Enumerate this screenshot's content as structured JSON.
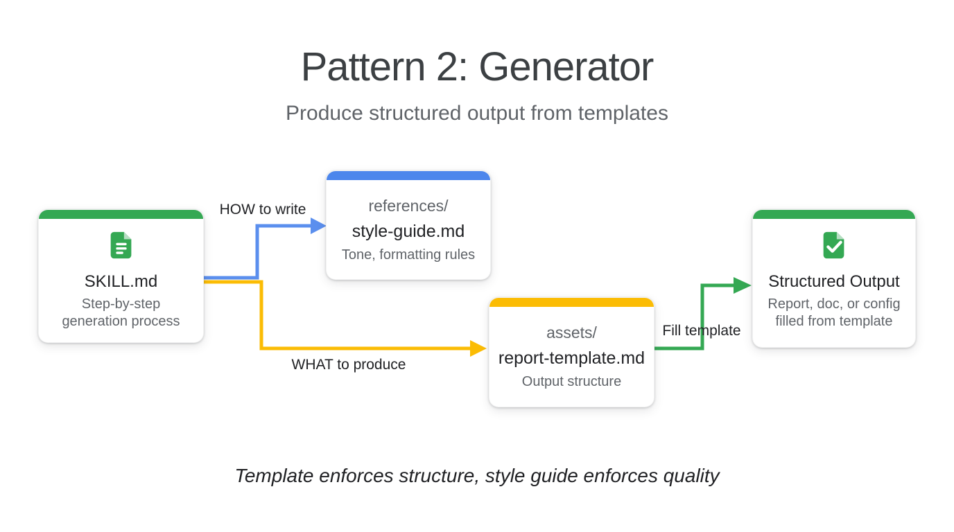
{
  "palette": {
    "green": "#34a853",
    "blue_bar": "#4c86ec",
    "blue_arrow": "#5b8fee",
    "yellow": "#fbbc04",
    "text_dark": "#202124",
    "text_gray": "#5f6368",
    "title_color": "#3c4043"
  },
  "header": {
    "title": "Pattern 2: Generator",
    "subtitle": "Produce structured output from templates"
  },
  "caption": "Template enforces structure, style guide enforces quality",
  "nodes": {
    "skill": {
      "title": "SKILL.md",
      "description": "Step-by-step generation process",
      "accent": "#34a853",
      "icon": "document-icon"
    },
    "references": {
      "folder": "references/",
      "file": "style-guide.md",
      "description": "Tone, formatting rules",
      "accent": "#4c86ec"
    },
    "assets": {
      "folder": "assets/",
      "file": "report-template.md",
      "description": "Output structure",
      "accent": "#fbbc04"
    },
    "output": {
      "title": "Structured Output",
      "description": "Report, doc, or config filled from template",
      "accent": "#34a853",
      "icon": "document-check-icon"
    }
  },
  "edges": {
    "how": {
      "label": "HOW to write",
      "color": "#5b8fee"
    },
    "what": {
      "label": "WHAT to produce",
      "color": "#fbbc04"
    },
    "fill": {
      "label": "Fill template",
      "color": "#34a853"
    }
  }
}
